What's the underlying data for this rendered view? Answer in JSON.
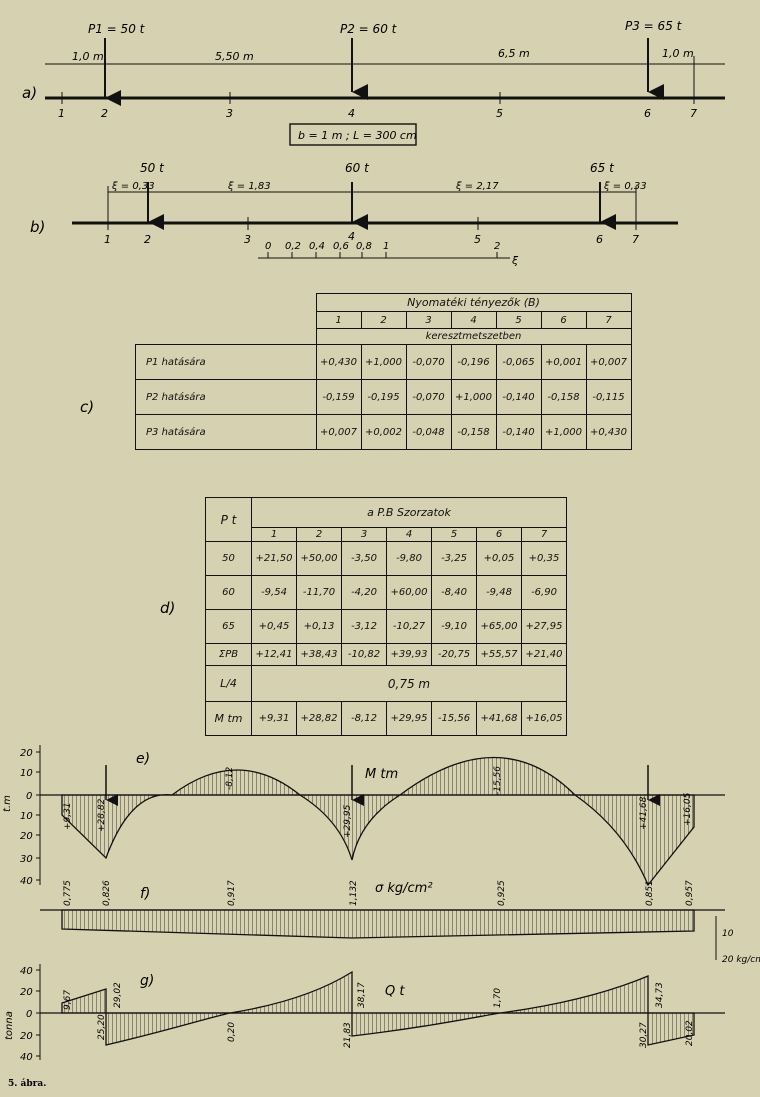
{
  "part_a": {
    "label": "a)",
    "loads": [
      "P1 = 50 t",
      "P2 = 60 t",
      "P3 = 65 t"
    ],
    "spans": [
      "1,0 m",
      "5,50 m",
      "6,5 m",
      "1,0 m"
    ],
    "points": [
      "1",
      "2",
      "3",
      "4",
      "5",
      "6",
      "7"
    ],
    "box": "b = 1 m ; L = 300 cm"
  },
  "part_b": {
    "label": "b)",
    "loads": [
      "50 t",
      "60 t",
      "65 t"
    ],
    "spans": [
      "ξ = 0,33",
      "ξ = 1,83",
      "ξ = 2,17",
      "ξ = 0,33"
    ],
    "points": [
      "1",
      "2",
      "3",
      "4",
      "5",
      "6",
      "7"
    ],
    "scale_ticks": [
      "0",
      "0,2",
      "0,4",
      "0,6",
      "0,8",
      "1",
      "2"
    ],
    "scale_unit": "ξ"
  },
  "table_c": {
    "label": "c)",
    "title": "Nyomatéki tényezők (B)",
    "subtitle": "keresztmetszetben",
    "cols": [
      "1",
      "2",
      "3",
      "4",
      "5",
      "6",
      "7"
    ],
    "rows": [
      {
        "label": "P1 hatására",
        "vals": [
          "+0,430",
          "+1,000",
          "-0,070",
          "-0,196",
          "-0,065",
          "+0,001",
          "+0,007"
        ]
      },
      {
        "label": "P2 hatására",
        "vals": [
          "-0,159",
          "-0,195",
          "-0,070",
          "+1,000",
          "-0,140",
          "-0,158",
          "-0,115"
        ]
      },
      {
        "label": "P3 hatására",
        "vals": [
          "+0,007",
          "+0,002",
          "-0,048",
          "-0,158",
          "-0,140",
          "+1,000",
          "+0,430"
        ]
      }
    ]
  },
  "table_d": {
    "label": "d)",
    "p_header": "P t",
    "title": "a P.B Szorzatok",
    "cols": [
      "1",
      "2",
      "3",
      "4",
      "5",
      "6",
      "7"
    ],
    "rows": [
      {
        "label": "50",
        "vals": [
          "+21,50",
          "+50,00",
          "-3,50",
          "-9,80",
          "-3,25",
          "+0,05",
          "+0,35"
        ]
      },
      {
        "label": "60",
        "vals": [
          "-9,54",
          "-11,70",
          "-4,20",
          "+60,00",
          "-8,40",
          "-9,48",
          "-6,90"
        ]
      },
      {
        "label": "65",
        "vals": [
          "+0,45",
          "+0,13",
          "-3,12",
          "-10,27",
          "-9,10",
          "+65,00",
          "+27,95"
        ]
      },
      {
        "label": "ΣPB",
        "vals": [
          "+12,41",
          "+38,43",
          "-10,82",
          "+39,93",
          "-20,75",
          "+55,57",
          "+21,40"
        ]
      }
    ],
    "l4_label": "L/4",
    "l4_value": "0,75 m",
    "m_label": "M tm",
    "m_vals": [
      "+9,31",
      "+28,82",
      "-8,12",
      "+29,95",
      "-15,56",
      "+41,68",
      "+16,05"
    ]
  },
  "chart_e": {
    "label": "e)",
    "axis_unit": "t.m",
    "moment_label": "M tm",
    "ticks": [
      "20",
      "10",
      "0",
      "10",
      "20",
      "30",
      "40"
    ]
  },
  "chart_f": {
    "label": "f)",
    "stress_label": "σ kg/cm²",
    "values": [
      "0,775",
      "0,826",
      "0,917",
      "1,132",
      "0,925",
      "0,851",
      "0,957"
    ],
    "scale": [
      "10",
      "20 kg/cm²"
    ]
  },
  "chart_g": {
    "label": "g)",
    "axis_unit": "tonna",
    "q_label": "Q t",
    "ticks": [
      "40",
      "20",
      "0",
      "20",
      "40"
    ],
    "values": [
      "9,67",
      "25,20",
      "29,02",
      "0,20",
      "38,17",
      "21,83",
      "1,70",
      "34,73",
      "30,27",
      "20,02"
    ]
  },
  "caption": "5. ábra.",
  "chart_data": [
    {
      "type": "area",
      "title": "M tm",
      "ylabel": "t.m",
      "x": [
        1,
        2,
        3,
        4,
        5,
        6,
        7
      ],
      "values": [
        9.31,
        28.82,
        -8.12,
        29.95,
        -15.56,
        41.68,
        16.05
      ],
      "ylim": [
        -20,
        40
      ]
    },
    {
      "type": "area",
      "title": "σ kg/cm²",
      "x": [
        1,
        2,
        3,
        4,
        5,
        6,
        7
      ],
      "values": [
        0.775,
        0.826,
        0.917,
        1.132,
        0.925,
        0.851,
        0.957
      ]
    },
    {
      "type": "area",
      "title": "Q t",
      "ylabel": "tonna",
      "ylim": [
        -40,
        40
      ]
    }
  ]
}
